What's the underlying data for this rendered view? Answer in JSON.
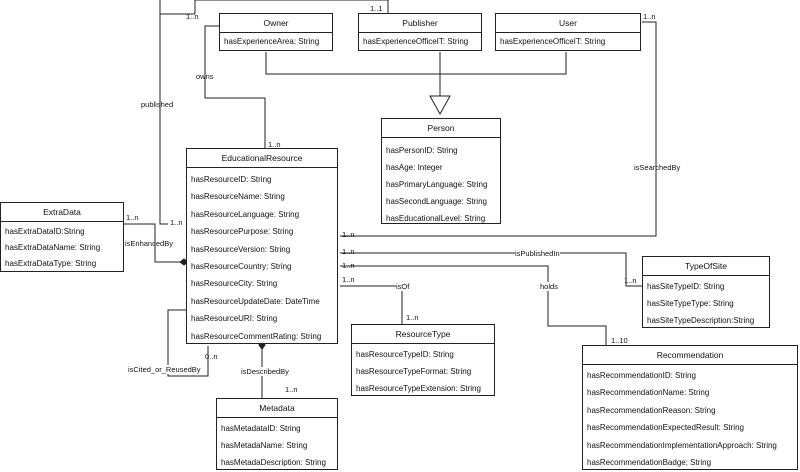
{
  "classes": {
    "owner": {
      "name": "Owner",
      "attrs": [
        "hasExperienceArea: String"
      ]
    },
    "publisher": {
      "name": "Publisher",
      "attrs": [
        "hasExperienceOfficeIT: String"
      ]
    },
    "user": {
      "name": "User",
      "attrs": [
        "hasExperienceOfficeIT: String"
      ]
    },
    "person": {
      "name": "Person",
      "attrs": [
        "hasPersonID: String",
        "hasAge: Integer",
        "hasPrimaryLanguage: String",
        "hasSecondLanguage: String",
        "hasEducationalLevel: String"
      ]
    },
    "educational_resource": {
      "name": "EducationalResource",
      "attrs": [
        "hasResourceID: String",
        "hasResourceName: String",
        "hasResourceLanguage: String",
        "hasResourcePurpose: String",
        "hasResourceVersion: String",
        "hasResourceCountry: String",
        "hasResourceCity: String",
        "hasResourceUpdateDate: DateTime",
        "hasResourceURI: String",
        "hasResourceCommentRating: String"
      ]
    },
    "extra_data": {
      "name": "ExtraData",
      "attrs": [
        "hasExtraDataID:String",
        "hasExtraDataName: String",
        "hasExtraDataType: String"
      ]
    },
    "type_of_site": {
      "name": "TypeOfSite",
      "attrs": [
        "hasSiteTypeID: String",
        "hasSiteTypeType: String",
        "hasSiteTypeDescription:String"
      ]
    },
    "resource_type": {
      "name": "ResourceType",
      "attrs": [
        "hasResourceTypeID: String",
        "hasResourceTypeFormat: String",
        "hasResourceTypeExtension: String"
      ]
    },
    "metadata": {
      "name": "Metadata",
      "attrs": [
        "hasMetadataID: String",
        "hasMetadaName: String",
        "hasMetadaDescription: String"
      ]
    },
    "recommendation": {
      "name": "Recommendation",
      "attrs": [
        "hasRecommendationID: String",
        "hasRecommendationName: String",
        "hasRecommendationReason: String",
        "hasRecommendationExpectedResult: String",
        "hasRecommendationImplementationApproach: String",
        "hasRecommendationBadge: String"
      ]
    }
  },
  "labels": {
    "published": "published",
    "owns": "owns",
    "isSearchedBy": "isSearchedBy",
    "isEnhancedBy": "isEnhancedBy",
    "isPublishedIn": "isPublishedIn",
    "isOf": "isOf",
    "holds": "holds",
    "isCited": "isCited_or_ReusedBy",
    "isDescribedBy": "isDescribedBy"
  },
  "multiplicities": {
    "m_top_left": "1..n",
    "m_top_mid": "1..1",
    "m_top_right": "1..n",
    "m_er_top": "1..n",
    "m_er_left_pub": "1..n",
    "m_er_right_search": "1..n",
    "m_er_right_site": "1..n",
    "m_er_right_holds": "1..n",
    "m_er_right_isof": "1..n",
    "m_extra": "1..n",
    "m_site_left": "1..n",
    "m_rt_top": "1..n",
    "m_rec_top": "1..10",
    "m_er_bottom": "0..n",
    "m_meta": "1..n"
  }
}
